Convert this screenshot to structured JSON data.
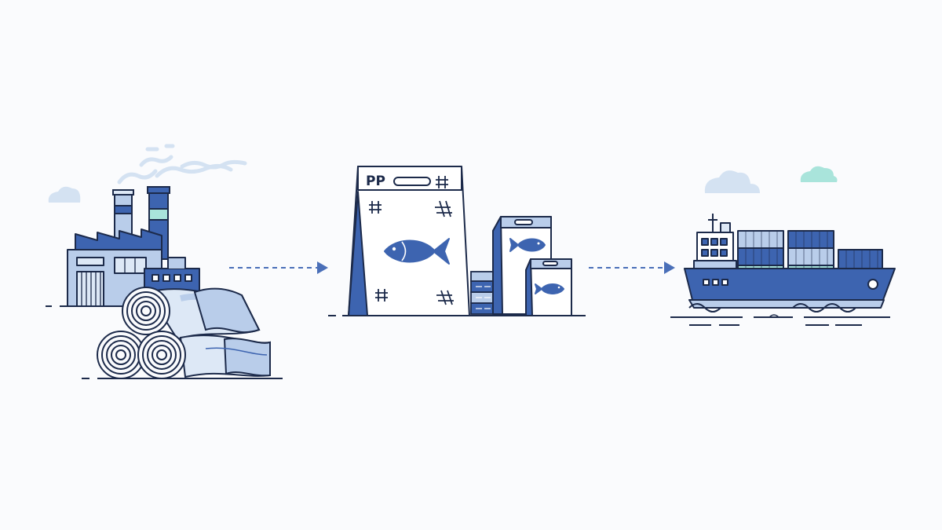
{
  "colors": {
    "background": "#fafbfd",
    "outline": "#1c2a4a",
    "primary_blue": "#3d64b0",
    "light_blue": "#b9cdea",
    "pale_blue": "#dde8f6",
    "mint": "#a9e4db",
    "cloud": "#d4e2f2",
    "arrow": "#4a6fb8"
  },
  "stages": [
    {
      "icon": "factory-with-fabric-rolls"
    },
    {
      "icon": "woven-pp-bags"
    },
    {
      "icon": "container-ship"
    }
  ],
  "bag": {
    "print": "PP"
  }
}
